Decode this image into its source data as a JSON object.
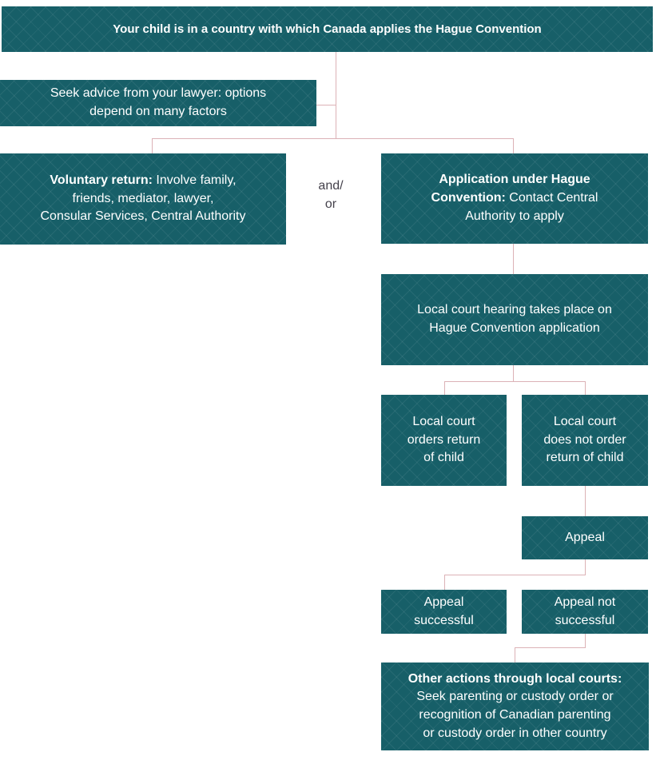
{
  "colors": {
    "node_background": "#175f68",
    "node_text": "#ffffff",
    "connector": "#dcb2b6",
    "side_label_text": "#45424c",
    "page_background": "#ffffff"
  },
  "diagram": {
    "nodes": {
      "root": {
        "lines": [
          {
            "bold": "Your child is in a country with which Canada applies the Hague Convention",
            "text": ""
          }
        ]
      },
      "seek_advice": {
        "lines": [
          {
            "bold": "",
            "text": "Seek advice from your lawyer: options"
          },
          {
            "bold": "",
            "text": "depend on many factors"
          }
        ]
      },
      "voluntary_return": {
        "lines": [
          {
            "bold": "Voluntary return:",
            "text": " Involve family,"
          },
          {
            "bold": "",
            "text": "friends, mediator, lawyer,"
          },
          {
            "bold": "",
            "text": "Consular Services, Central Authority"
          }
        ]
      },
      "application_hague": {
        "lines": [
          {
            "bold": "Application under Hague",
            "text": ""
          },
          {
            "bold": "Convention:",
            "text": " Contact Central"
          },
          {
            "bold": "",
            "text": "Authority to apply"
          }
        ]
      },
      "court_hearing": {
        "lines": [
          {
            "bold": "",
            "text": "Local court hearing takes place on"
          },
          {
            "bold": "",
            "text": "Hague Convention application"
          }
        ]
      },
      "court_orders_return": {
        "lines": [
          {
            "bold": "",
            "text": "Local court"
          },
          {
            "bold": "",
            "text": "orders return"
          },
          {
            "bold": "",
            "text": "of child"
          }
        ]
      },
      "court_no_return": {
        "lines": [
          {
            "bold": "",
            "text": "Local court"
          },
          {
            "bold": "",
            "text": "does not order"
          },
          {
            "bold": "",
            "text": "return of child"
          }
        ]
      },
      "appeal": {
        "lines": [
          {
            "bold": "",
            "text": "Appeal"
          }
        ]
      },
      "appeal_successful": {
        "lines": [
          {
            "bold": "",
            "text": "Appeal"
          },
          {
            "bold": "",
            "text": "successful"
          }
        ]
      },
      "appeal_not_successful": {
        "lines": [
          {
            "bold": "",
            "text": "Appeal not"
          },
          {
            "bold": "",
            "text": "successful"
          }
        ]
      },
      "other_actions": {
        "lines": [
          {
            "bold": "Other actions through local courts:",
            "text": ""
          },
          {
            "bold": "",
            "text": "Seek parenting or custody order or"
          },
          {
            "bold": "",
            "text": "recognition of Canadian parenting"
          },
          {
            "bold": "",
            "text": "or custody order in other country"
          }
        ]
      }
    },
    "side_label": "and/\nor"
  }
}
